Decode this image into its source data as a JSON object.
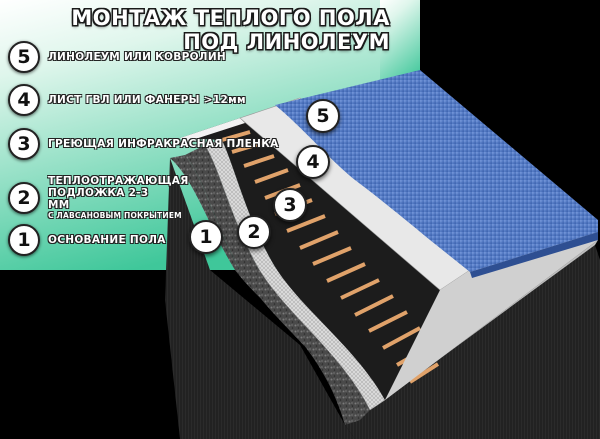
{
  "title": {
    "line1": "МОНТАЖ ТЕПЛОГО ПОЛА",
    "line2": "ПОД ЛИНОЛЕУМ"
  },
  "legend": [
    {
      "num": "5",
      "label": "ЛИНОЛЕУМ ИЛИ КОВРОЛИН",
      "sub": ""
    },
    {
      "num": "4",
      "label": "ЛИСТ ГВЛ ИЛИ ФАНЕРЫ >12мм",
      "sub": ""
    },
    {
      "num": "3",
      "label": "ГРЕЮЩАЯ ИНФРАКРАСНАЯ ПЛЕНКА",
      "sub": ""
    },
    {
      "num": "2",
      "label": "ТЕПЛООТРАЖАЮЩАЯ ПОДЛОЖКА 2-3 ММ",
      "sub": "С ЛАВСАНОВЫМ ПОКРЫТИЕМ"
    },
    {
      "num": "1",
      "label": "ОСНОВАНИЕ ПОЛА",
      "sub": ""
    }
  ],
  "diagram_badges": [
    "5",
    "4",
    "3",
    "2",
    "1"
  ],
  "colors": {
    "panel_top": "#ffffff",
    "panel_bottom": "#3fc79a",
    "linoleum": "#4f78c2",
    "plywood": "#e8e8e8",
    "film_dark": "#1c1c1c",
    "film_strip": "#e0a26a",
    "underlay": "#d7d7d7",
    "base": "#3a3a3a"
  }
}
